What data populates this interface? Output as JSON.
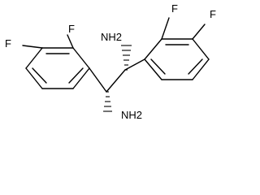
{
  "molecule": {
    "labels": {
      "f_top_right": "F",
      "f_top_left_ring": "F",
      "f_left_1": "F",
      "f_left_2": "F",
      "nh2_top": "NH2",
      "nh2_bottom": "NH2"
    }
  }
}
